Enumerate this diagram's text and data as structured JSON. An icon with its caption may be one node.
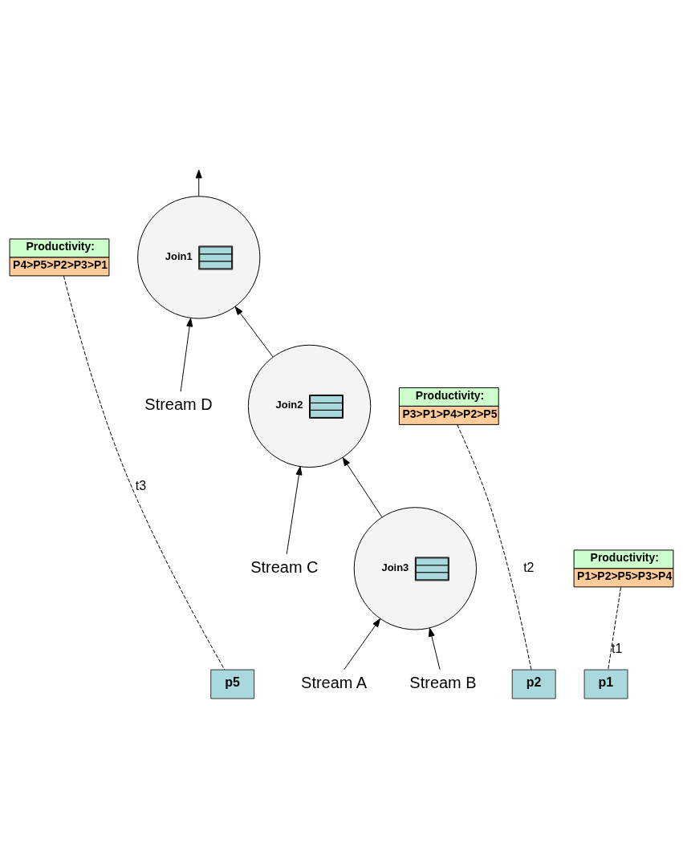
{
  "diagram": {
    "nodes": [
      {
        "text": [
          "p5"
        ]
      },
      {
        "text": [
          "Productivity:",
          "P4>P5>P2>P3>P1"
        ]
      },
      {
        "text": [
          "Join1"
        ]
      },
      {
        "text": [
          "p2"
        ]
      },
      {
        "text": [
          "Stream D"
        ]
      },
      {
        "text": [
          "Productivity:",
          "P3>P1>P4>P2>P5"
        ]
      },
      {
        "text": [
          "Join2"
        ]
      },
      {
        "text": [
          "p1"
        ]
      },
      {
        "text": [
          "Stream C"
        ]
      },
      {
        "text": [
          "Productivity:",
          "P1>P2>P5>P3>P4"
        ]
      },
      {
        "text": [
          "Join3"
        ]
      },
      {
        "text": [
          "Stream A"
        ]
      },
      {
        "text": [
          "Stream B"
        ]
      }
    ],
    "edges": [
      {
        "from": 11,
        "to": 10,
        "arrow": "to"
      },
      {
        "from": 12,
        "to": 10,
        "arrow": "to"
      },
      {
        "from": 10,
        "to": 6,
        "arrow": "to"
      },
      {
        "from": 8,
        "to": 6,
        "arrow": "to"
      },
      {
        "from": 6,
        "to": 2,
        "arrow": "to"
      },
      {
        "from": 4,
        "to": 2,
        "arrow": "to"
      },
      {
        "from": 2,
        "to": null,
        "arrow": "to"
      },
      {
        "from": 9,
        "to": 7,
        "arrow": "none",
        "style": "dashed",
        "label": "t1"
      },
      {
        "from": 5,
        "to": 3,
        "arrow": "none",
        "style": "dashed",
        "label": "t2"
      },
      {
        "from": 1,
        "to": 0,
        "arrow": "none",
        "style": "dashed",
        "label": "t3"
      }
    ]
  }
}
